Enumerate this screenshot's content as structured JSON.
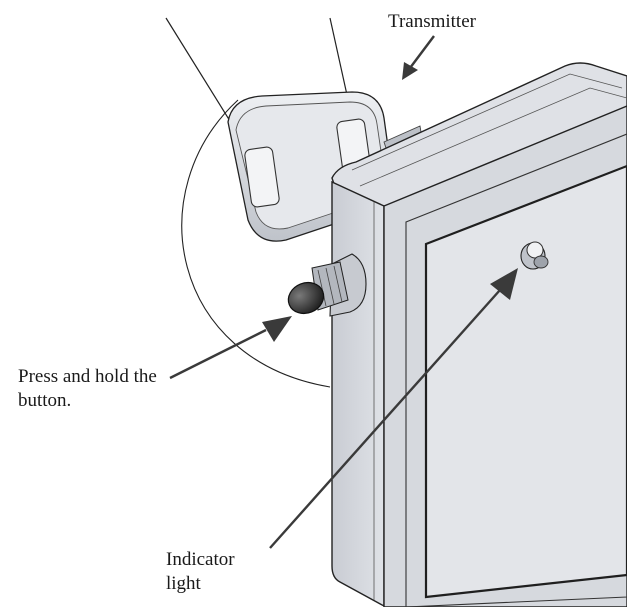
{
  "labels": {
    "transmitter": "Transmitter",
    "press_line1": "Press and hold the",
    "press_line2": "button.",
    "indicator_line1": "Indicator",
    "indicator_line2": "light"
  },
  "colors": {
    "line": "#222222",
    "panel_face": "#e3e5e9",
    "box_side": "#cfd2d8",
    "box_top": "#dfe1e6",
    "clip": "#cdd0d6",
    "button_cap": "#3b3b3b"
  }
}
